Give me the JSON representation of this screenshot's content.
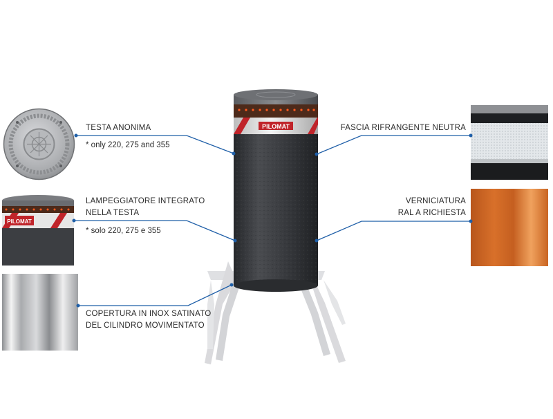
{
  "callouts": {
    "testa": {
      "title": "TESTA ANONIMA",
      "note": "* only 220, 275 and 355"
    },
    "lampeggiatore": {
      "line1": "LAMPEGGIATORE INTEGRATO",
      "line2": "NELLA TESTA",
      "note": "* solo 220, 275 e 355"
    },
    "copertura": {
      "line1": "COPERTURA IN INOX SATINATO",
      "line2": "DEL CILINDRO MOVIMENTATO"
    },
    "fascia": {
      "title": "FASCIA RIFRANGENTE NEUTRA"
    },
    "verniciatura": {
      "line1": "VERNICIATURA",
      "line2": "RAL A RICHIESTA"
    }
  },
  "brand": {
    "logo_text": "PILOMAT"
  },
  "colors": {
    "accent_blue": "#1f5fa8",
    "bollard_dark": "#3b3d40",
    "ral_orange": "#d8702a"
  }
}
